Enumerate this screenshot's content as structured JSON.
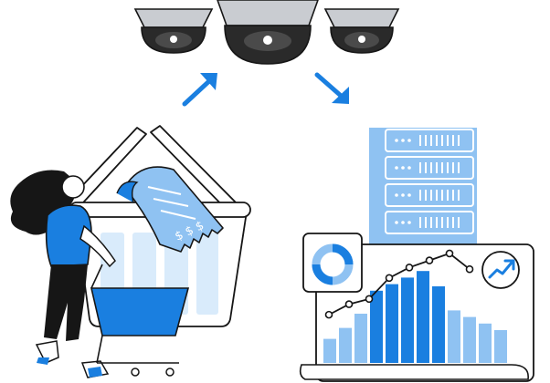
{
  "colors": {
    "accent_blue": "#1a7fe0",
    "light_blue": "#8fc2f2",
    "pale_blue": "#d9ebfb",
    "outline": "#161616",
    "camera_gray": "#c9ccd1",
    "camera_dark": "#2a2a2a",
    "white": "#ffffff"
  },
  "icons": {
    "cameras": [
      "security-camera-icon",
      "security-camera-icon",
      "security-camera-icon"
    ],
    "arrows": [
      "arrow-up-right-icon",
      "arrow-down-right-icon"
    ],
    "trend_badge": "trend-up-icon",
    "donut": "donut-chart-icon"
  },
  "chart_data": {
    "type": "bar",
    "bar_values": [
      0.22,
      0.32,
      0.45,
      0.66,
      0.72,
      0.78,
      0.84,
      0.7,
      0.48,
      0.42,
      0.36,
      0.3
    ],
    "line_values": [
      0.28,
      0.4,
      0.46,
      0.7,
      0.82,
      0.9,
      0.98,
      0.8
    ]
  }
}
